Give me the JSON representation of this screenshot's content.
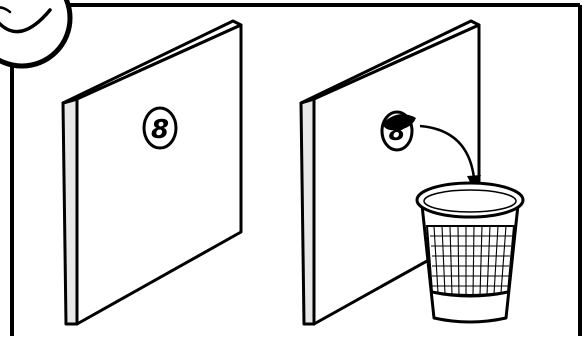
{
  "panels": [
    {
      "id": "left",
      "card_number": "8",
      "state": "number-visible"
    },
    {
      "id": "right",
      "card_number": "8",
      "state": "number-peeled-into-cup"
    }
  ],
  "icons": {
    "corner": "smiley-face-icon",
    "arrow": "curved-arrow-icon",
    "cup": "cup-icon"
  },
  "colors": {
    "ink": "#000000",
    "paper": "#ffffff",
    "panel_edge": "#e8e8e8"
  }
}
